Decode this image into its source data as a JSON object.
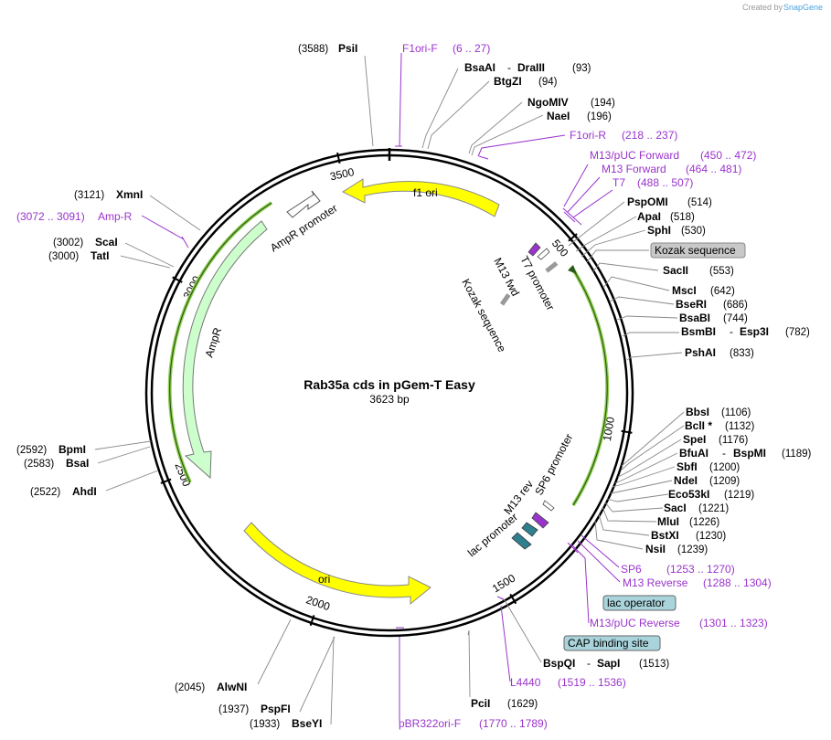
{
  "map": {
    "name": "Rab35a cds in pGem-T Easy",
    "length_label": "3623 bp",
    "total_bp": 3623,
    "credit_created_by": "Created by",
    "credit_brand": "SnapGene",
    "colors": {
      "backbone": "#000000",
      "f1ori": "#ffff00",
      "ori": "#ffff00",
      "ampr": "#ccffcc",
      "ampr_promoter": "#ffffff",
      "orf": "#92d050",
      "primer": "#9933cc",
      "kozak_bg": "#c8c8c8",
      "lac_bg": "#aad4dc",
      "cap_bg": "#aad4dc",
      "lac_promoter_box": "#2f7f8f"
    }
  },
  "ticks": [
    {
      "bp": 500,
      "label": "500"
    },
    {
      "bp": 1000,
      "label": "1000"
    },
    {
      "bp": 1500,
      "label": "1500"
    },
    {
      "bp": 2000,
      "label": "2000"
    },
    {
      "bp": 2500,
      "label": "2500"
    },
    {
      "bp": 3000,
      "label": "3000"
    },
    {
      "bp": 3500,
      "label": "3500"
    }
  ],
  "features": [
    {
      "name": "f1 ori",
      "label": "f1 ori"
    },
    {
      "name": "ori",
      "label": "ori"
    },
    {
      "name": "AmpR",
      "label": "AmpR"
    },
    {
      "name": "AmpR promoter",
      "label": "AmpR promoter"
    },
    {
      "name": "T7 promoter",
      "label": "T7 promoter"
    },
    {
      "name": "M13 fwd",
      "label": "M13 fwd"
    },
    {
      "name": "Kozak sequence",
      "label": "Kozak sequence"
    },
    {
      "name": "SP6 promoter",
      "label": "SP6 promoter"
    },
    {
      "name": "M13 rev",
      "label": "M13 rev"
    },
    {
      "name": "lac promoter",
      "label": "lac promoter"
    }
  ],
  "sites": [
    {
      "name": "PsiI",
      "pos": "(3588)"
    },
    {
      "name": "BsaAI",
      "name2": "DraIII",
      "pos": "(93)"
    },
    {
      "name": "BtgZI",
      "pos": "(94)"
    },
    {
      "name": "NgoMIV",
      "pos": "(194)"
    },
    {
      "name": "NaeI",
      "pos": "(196)"
    },
    {
      "name": "PspOMI",
      "pos": "(514)"
    },
    {
      "name": "ApaI",
      "pos": "(518)"
    },
    {
      "name": "SphI",
      "pos": "(530)"
    },
    {
      "name": "SacII",
      "pos": "(553)"
    },
    {
      "name": "MscI",
      "pos": "(642)"
    },
    {
      "name": "BseRI",
      "pos": "(686)"
    },
    {
      "name": "BsaBI",
      "pos": "(744)"
    },
    {
      "name": "BsmBI",
      "name2": "Esp3I",
      "pos": "(782)"
    },
    {
      "name": "PshAI",
      "pos": "(833)"
    },
    {
      "name": "BbsI",
      "pos": "(1106)"
    },
    {
      "name": "BclI *",
      "pos": "(1132)"
    },
    {
      "name": "SpeI",
      "pos": "(1176)"
    },
    {
      "name": "BfuAI",
      "name2": "BspMI",
      "pos": "(1189)"
    },
    {
      "name": "SbfI",
      "pos": "(1200)"
    },
    {
      "name": "NdeI",
      "pos": "(1209)"
    },
    {
      "name": "Eco53kI",
      "pos": "(1219)"
    },
    {
      "name": "SacI",
      "pos": "(1221)"
    },
    {
      "name": "MluI",
      "pos": "(1226)"
    },
    {
      "name": "BstXI",
      "pos": "(1230)"
    },
    {
      "name": "NsiI",
      "pos": "(1239)"
    },
    {
      "name": "BspQI",
      "name2": "SapI",
      "pos": "(1513)"
    },
    {
      "name": "PciI",
      "pos": "(1629)"
    },
    {
      "name": "BseYI",
      "pos": "(1933)"
    },
    {
      "name": "PspFI",
      "pos": "(1937)"
    },
    {
      "name": "AlwNI",
      "pos": "(2045)"
    },
    {
      "name": "AhdI",
      "pos": "(2522)"
    },
    {
      "name": "BsaI",
      "pos": "(2583)"
    },
    {
      "name": "BpmI",
      "pos": "(2592)"
    },
    {
      "name": "TatI",
      "pos": "(3000)"
    },
    {
      "name": "ScaI",
      "pos": "(3002)"
    },
    {
      "name": "XmnI",
      "pos": "(3121)"
    }
  ],
  "primers": [
    {
      "name": "F1ori-F",
      "range": "(6 .. 27)"
    },
    {
      "name": "F1ori-R",
      "range": "(218 .. 237)"
    },
    {
      "name": "M13/pUC Forward",
      "range": "(450 .. 472)"
    },
    {
      "name": "M13 Forward",
      "range": "(464 .. 481)"
    },
    {
      "name": "T7",
      "range": "(488 .. 507)"
    },
    {
      "name": "SP6",
      "range": "(1253 .. 1270)"
    },
    {
      "name": "M13 Reverse",
      "range": "(1288 .. 1304)"
    },
    {
      "name": "M13/pUC Reverse",
      "range": "(1301 .. 1323)"
    },
    {
      "name": "L4440",
      "range": "(1519 .. 1536)"
    },
    {
      "name": "pBR322ori-F",
      "range": "(1770 .. 1789)"
    },
    {
      "name": "Amp-R",
      "range": "(3072 .. 3091)"
    }
  ],
  "boxed_labels": [
    {
      "name": "Kozak sequence"
    },
    {
      "name": "lac operator"
    },
    {
      "name": "CAP binding site"
    }
  ]
}
